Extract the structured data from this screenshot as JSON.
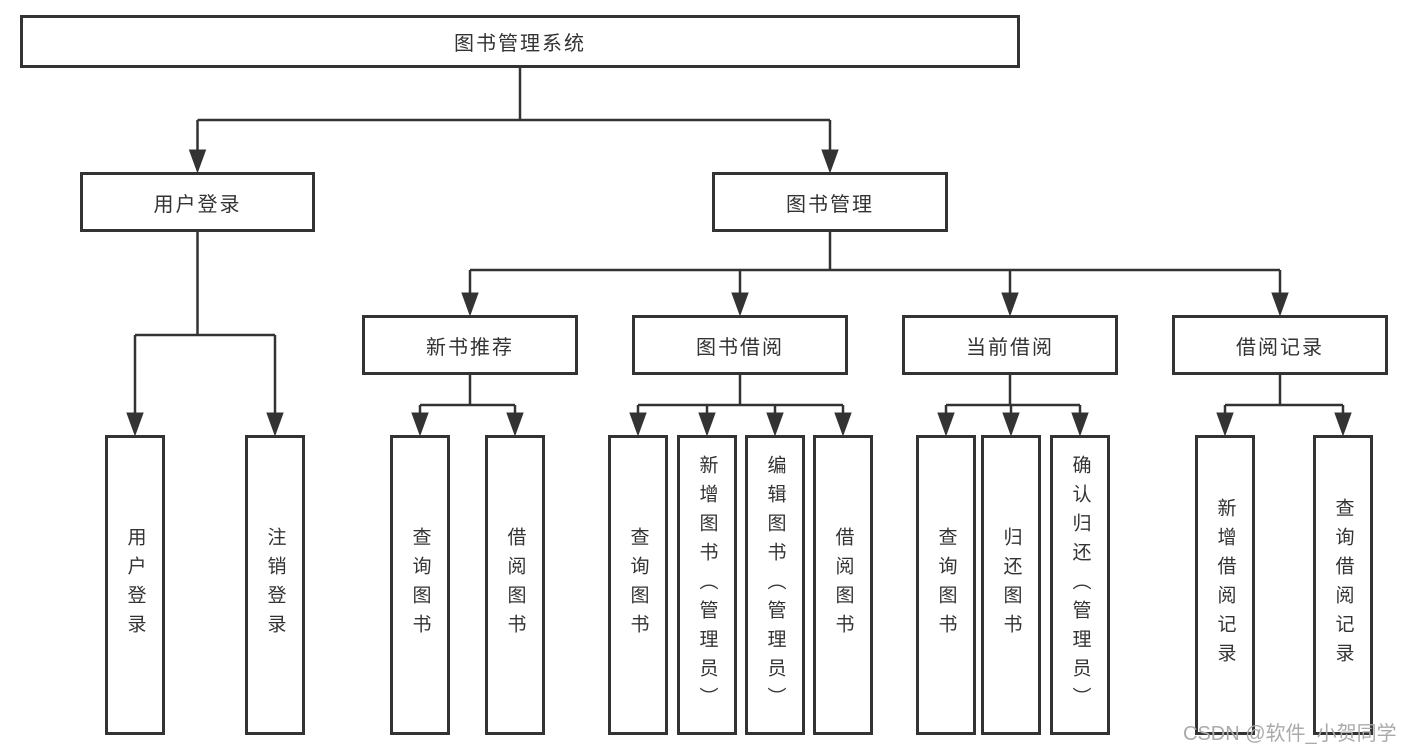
{
  "diagram": {
    "root": {
      "label": "图书管理系统"
    },
    "branches": [
      {
        "label": "用户登录",
        "children": [
          {
            "label": "用户登录"
          },
          {
            "label": "注销登录"
          }
        ]
      },
      {
        "label": "图书管理",
        "children": [
          {
            "label": "新书推荐",
            "children": [
              {
                "label": "查询图书"
              },
              {
                "label": "借阅图书"
              }
            ]
          },
          {
            "label": "图书借阅",
            "children": [
              {
                "label": "查询图书"
              },
              {
                "label": "新增图书（管理员）"
              },
              {
                "label": "编辑图书（管理员）"
              },
              {
                "label": "借阅图书"
              }
            ]
          },
          {
            "label": "当前借阅",
            "children": [
              {
                "label": "查询图书"
              },
              {
                "label": "归还图书"
              },
              {
                "label": "确认归还（管理员）"
              }
            ]
          },
          {
            "label": "借阅记录",
            "children": [
              {
                "label": "新增借阅记录"
              },
              {
                "label": "查询借阅记录"
              }
            ]
          }
        ]
      }
    ]
  },
  "watermark": {
    "text": "CSDN @软件_小贺同学"
  },
  "colors": {
    "line": "#333333",
    "text": "#333333",
    "box_background": "#ffffff",
    "watermark": "#aaaaaa",
    "page_background": "#ffffff"
  }
}
